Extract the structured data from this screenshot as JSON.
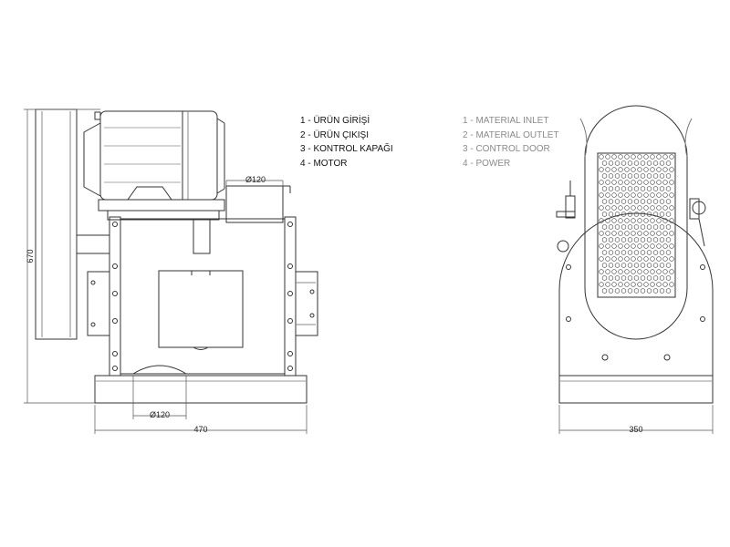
{
  "legend_tr": [
    "1 - ÜRÜN GİRİŞİ",
    "2 - ÜRÜN  ÇIKIŞI",
    "3 - KONTROL KAPAĞI",
    "4 - MOTOR"
  ],
  "legend_en": [
    "1 - MATERIAL INLET",
    "2 - MATERIAL OUTLET",
    "3 - CONTROL DOOR",
    "4 - POWER"
  ],
  "dimensions": {
    "height": "670",
    "inlet_diameter": "Ø120",
    "outlet_diameter": "Ø120",
    "side_width": "470",
    "front_width": "350"
  }
}
